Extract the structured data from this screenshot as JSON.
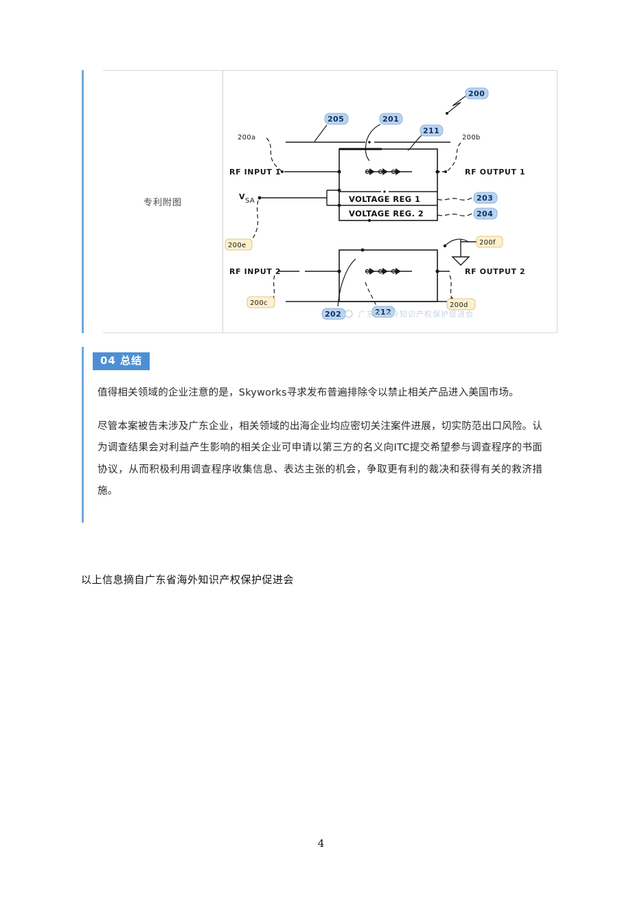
{
  "document": {
    "page_number": "4",
    "source_note": "以上信息摘自广东省海外知识产权保护促进会"
  },
  "figure": {
    "caption": "专利附图",
    "watermark": "广东省海外知识产权保护促进会",
    "labels": {
      "rf_input_1": "RF INPUT 1",
      "rf_output_1": "RF OUTPUT 1",
      "rf_input_2": "RF INPUT 2",
      "rf_output_2": "RF OUTPUT 2",
      "voltage_reg_1": "VOLTAGE REG  1",
      "voltage_reg_2": "VOLTAGE REG. 2",
      "vsa": "V",
      "vsa_sub": "SA"
    },
    "reference_numerals": {
      "blue": [
        {
          "id": "ref-200",
          "text": "200"
        },
        {
          "id": "ref-205",
          "text": "205"
        },
        {
          "id": "ref-201",
          "text": "201"
        },
        {
          "id": "ref-211",
          "text": "211"
        },
        {
          "id": "ref-203",
          "text": "203"
        },
        {
          "id": "ref-204",
          "text": "204"
        },
        {
          "id": "ref-202",
          "text": "202"
        },
        {
          "id": "ref-212",
          "text": "212"
        }
      ],
      "orange": [
        {
          "id": "ref-200e",
          "text": "200e"
        },
        {
          "id": "ref-200f",
          "text": "200f"
        },
        {
          "id": "ref-200c",
          "text": "200c"
        },
        {
          "id": "ref-200d",
          "text": "200d"
        }
      ],
      "plain": [
        {
          "id": "ref-200a",
          "text": "200a"
        },
        {
          "id": "ref-200b",
          "text": "200b"
        }
      ]
    }
  },
  "summary": {
    "heading": "04  总结",
    "paragraphs": [
      "值得相关领域的企业注意的是，Skyworks寻求发布普遍排除令以禁止相关产品进入美国市场。",
      "尽管本案被告未涉及广东企业，相关领域的出海企业均应密切关注案件进展，切实防范出口风险。认为调查结果会对利益产生影响的相关企业可申请以第三方的名义向ITC提交希望参与调查程序的书面协议，从而积极利用调查程序收集信息、表达主张的机会，争取更有利的裁决和获得有关的救济措施。"
    ]
  },
  "colors": {
    "accent_blue": "#6fa8dc",
    "badge_blue": "#4e8fd4",
    "ref_blue_bg": "#b9d3ef",
    "ref_orange_bg": "#fdf0cd"
  }
}
